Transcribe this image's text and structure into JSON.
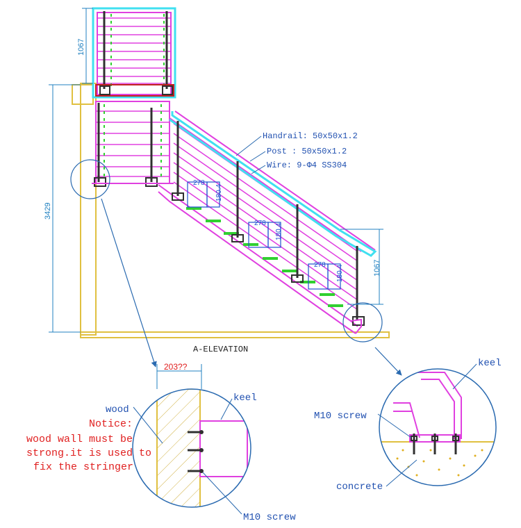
{
  "colors": {
    "stringer": "#e040e0",
    "handrail": "#40e0f0",
    "post": "#303030",
    "wire": "#9a9a9a",
    "tread": "#30d030",
    "dimension": "#2080c0",
    "wall": "#e0c040",
    "callout_line": "#2a6ab0",
    "red_text": "#e02020",
    "blue_text": "#2050b0",
    "concrete_dot": "#e0b020"
  },
  "labels": {
    "handrail": "Handrail: 50x50x1.2",
    "post": "Post : 50x50x1.2",
    "wire": "Wire: 9-Φ4 SS304",
    "title": "A-ELEVATION"
  },
  "dimensions": {
    "top_rail_height": "1067",
    "total_height": "3429",
    "right_rail_height": "1067",
    "tread_1": "278",
    "riser_1": "180.4",
    "tread_2": "278",
    "riser_2": "180.4",
    "tread_3": "278",
    "riser_3": "180.4",
    "wall_width": "203??"
  },
  "detail_left": {
    "wood": "wood",
    "notice_title": "Notice:",
    "notice_lines": [
      "wood wall must be",
      "strong.it is used to",
      "fix the stringer"
    ],
    "keel": "keel",
    "screw": "M10 screw"
  },
  "detail_right": {
    "keel": "keel",
    "screw": "M10 screw",
    "concrete": "concrete"
  }
}
